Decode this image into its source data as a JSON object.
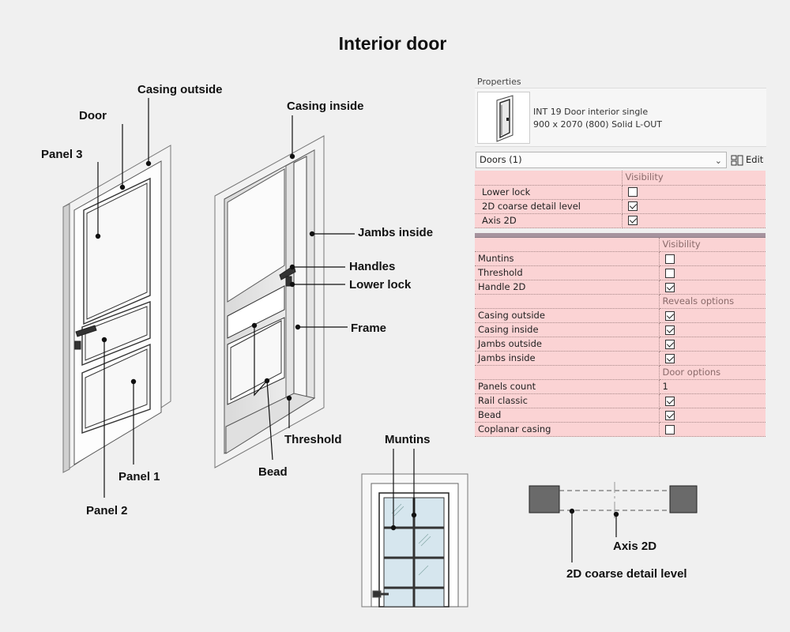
{
  "title": "Interior door",
  "labels": {
    "casing_outside": "Casing outside",
    "door": "Door",
    "panel_3": "Panel 3",
    "panel_1": "Panel 1",
    "panel_2": "Panel 2",
    "casing_inside": "Casing inside",
    "jambs_inside": "Jambs inside",
    "handles": "Handles",
    "lower_lock": "Lower lock",
    "frame": "Frame",
    "threshold": "Threshold",
    "bead": "Bead",
    "muntins": "Muntins",
    "axis_2d": "Axis 2D",
    "coarse_detail": "2D coarse detail level"
  },
  "properties": {
    "panel_title": "Properties",
    "type_line1": "INT 19 Door interior single",
    "type_line2": "900 x 2070 (800) Solid L-OUT",
    "selector": "Doors (1)",
    "edit_label": "Edit",
    "table1": [
      {
        "label": "",
        "header": "Visibility"
      },
      {
        "label": "Lower lock",
        "checked": false
      },
      {
        "label": "2D coarse detail level",
        "checked": true
      },
      {
        "label": "Axis 2D",
        "checked": true
      }
    ],
    "table2": [
      {
        "label": "",
        "header": "Visibility"
      },
      {
        "label": "Muntins",
        "checked": false
      },
      {
        "label": "Threshold",
        "checked": false
      },
      {
        "label": "Handle 2D",
        "checked": true
      },
      {
        "label": "",
        "header": "Reveals options"
      },
      {
        "label": "Casing outside",
        "checked": true
      },
      {
        "label": "Casing inside",
        "checked": true
      },
      {
        "label": "Jambs outside",
        "checked": true
      },
      {
        "label": "Jambs inside",
        "checked": true
      },
      {
        "label": "",
        "header": "Door options"
      },
      {
        "label": "Panels count",
        "value": "1"
      },
      {
        "label": "Rail classic",
        "checked": true
      },
      {
        "label": "Bead",
        "checked": true
      },
      {
        "label": "Coplanar casing",
        "checked": false
      }
    ]
  },
  "colors": {
    "table_bg": "#fbd3d4",
    "line": "#111111",
    "glass": "#d6e6ee"
  }
}
